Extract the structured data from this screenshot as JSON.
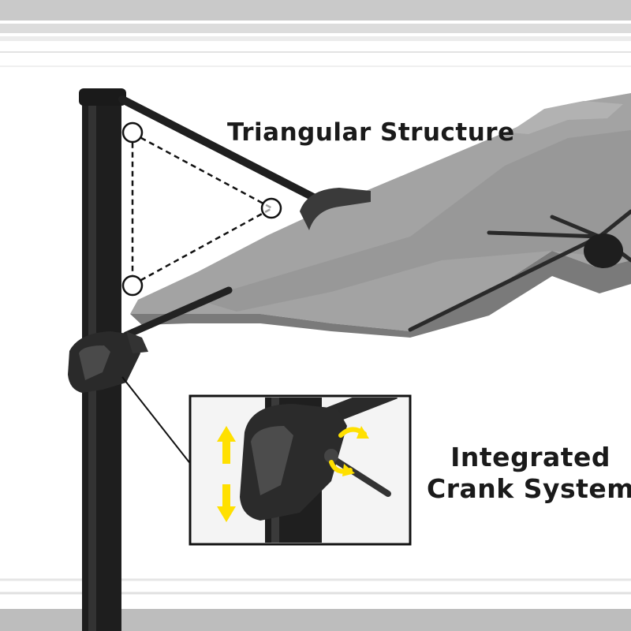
{
  "labels": {
    "triangular_structure": "Triangular Structure",
    "crank_line1": "Integrated",
    "crank_line2": "Crank System"
  },
  "colors": {
    "canopy": "#9c9c9c",
    "canopy_shadow": "#6e6e6e",
    "pole": "#1c1c1c",
    "arrow_yellow": "#ffe000",
    "background": "#ffffff",
    "wall_gray": "#cfcfcf"
  },
  "icons": [
    "triangle-structure-diagram",
    "up-down-arrow-icon",
    "rotate-arrow-icon",
    "zoom-connector-line"
  ]
}
